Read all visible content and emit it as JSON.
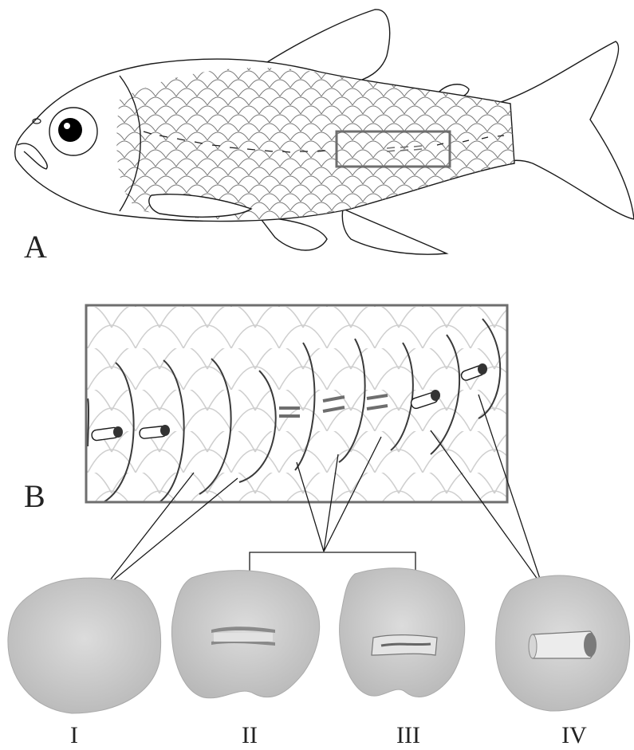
{
  "panel_labels": {
    "a": "A",
    "b": "B"
  },
  "scale_types": [
    {
      "numeral": "I"
    },
    {
      "numeral": "II"
    },
    {
      "numeral": "III"
    },
    {
      "numeral": "IV"
    }
  ],
  "colors": {
    "outline": "#1a1a1a",
    "scale_line": "#c8c8c8",
    "highlight_box": "#6e6e6e",
    "canal_mark": "#6e6e6e",
    "scale_photo_fill": "#c9c9c9"
  }
}
